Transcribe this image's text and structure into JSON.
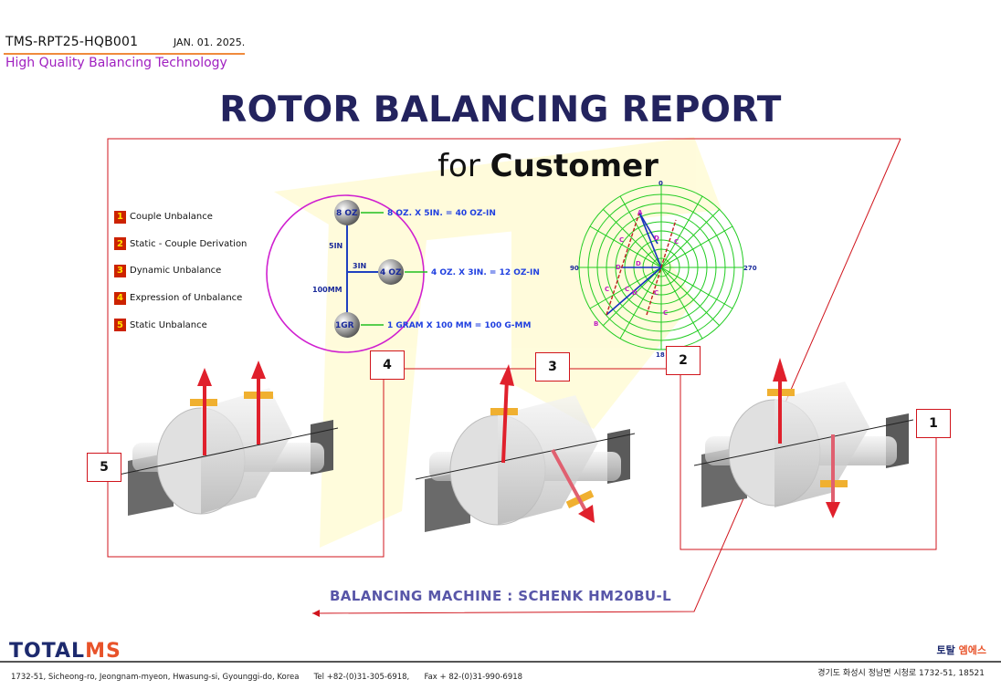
{
  "header": {
    "doc_id": "TMS-RPT25-HQB001",
    "date": "JAN. 01. 2025.",
    "tagline": "High Quality Balancing Technology"
  },
  "title": "ROTOR BALANCING REPORT",
  "subtitle": {
    "prefix": "for",
    "customer": "Customer"
  },
  "legend": [
    {
      "num": "1",
      "label": "Couple Unbalance"
    },
    {
      "num": "2",
      "label": "Static - Couple Derivation"
    },
    {
      "num": "3",
      "label": "Dynamic Unbalance"
    },
    {
      "num": "4",
      "label": "Expression of Unbalance"
    },
    {
      "num": "5",
      "label": "Static Unbalance"
    }
  ],
  "unbalance_diagram": {
    "weights": [
      "8 OZ",
      "4 OZ",
      "1GR"
    ],
    "equations": [
      "8 OZ. X 5IN. = 40 OZ-IN",
      "4 OZ. X 3IN. = 12 OZ-IN",
      "1 GRAM X 100 MM = 100 G-MM"
    ],
    "distances": [
      "5IN",
      "3IN",
      "100MM"
    ]
  },
  "polar_plot": {
    "angle_labels": [
      "0",
      "90",
      "270",
      "18"
    ],
    "vector_labels": [
      "A",
      "B",
      "C",
      "D",
      "C",
      "C",
      "C",
      "D",
      "C",
      "D",
      "C",
      "D"
    ]
  },
  "callouts": [
    "1",
    "2",
    "3",
    "4",
    "5"
  ],
  "machine": "BALANCING MACHINE : SCHENK HM20BU-L",
  "footer": {
    "logo_a": "TOTAL",
    "logo_b": "MS",
    "logo_kr_a": "토탈",
    "logo_kr_b": "엠에스",
    "address": "1732-51, Sicheong-ro, Jeongnam-myeon, Hwasung-si, Gyounggi-do, Korea      Tel +82-(0)31-305-6918,      Fax + 82-(0)31-990-6918",
    "address_kr": "경기도 화성시 정남면 시청로 1732-51, 18521"
  },
  "colors": {
    "title": "#23235e",
    "accent": "#d0141c",
    "tagline": "#a020c0",
    "machine": "#5856a8",
    "polar": "#22cc22"
  }
}
